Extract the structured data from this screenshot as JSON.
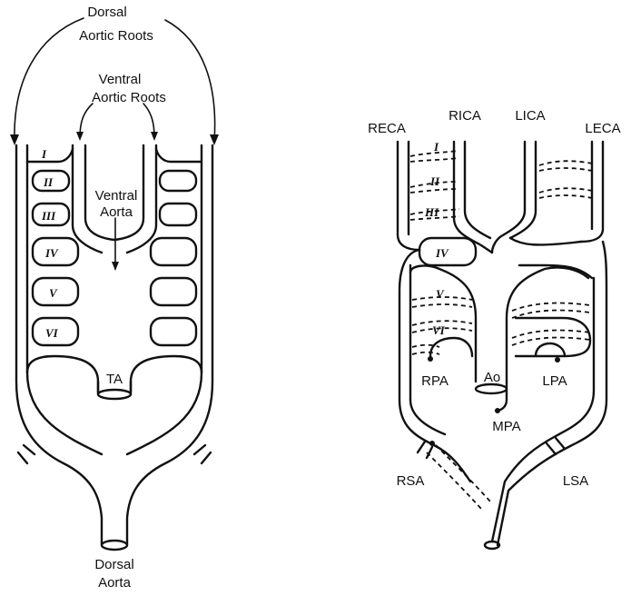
{
  "left_diagram": {
    "top_label_line1": "Dorsal",
    "top_label_line2": "Aortic Roots",
    "ventral_roots_line1": "Ventral",
    "ventral_roots_line2": "Aortic Roots",
    "ventral_aorta_line1": "Ventral",
    "ventral_aorta_line2": "Aorta",
    "truncus": "TA",
    "dorsal_aorta_line1": "Dorsal",
    "dorsal_aorta_line2": "Aorta",
    "arches": [
      "I",
      "II",
      "III",
      "IV",
      "V",
      "VI"
    ]
  },
  "right_diagram": {
    "reca": "RECA",
    "rica": "RICA",
    "lica": "LICA",
    "leca": "LECA",
    "arches": [
      "I",
      "II",
      "III",
      "IV",
      "V",
      "VI"
    ],
    "rpa": "RPA",
    "ao": "Ao",
    "lpa": "LPA",
    "mpa": "MPA",
    "rsa": "RSA",
    "lsa": "LSA"
  }
}
